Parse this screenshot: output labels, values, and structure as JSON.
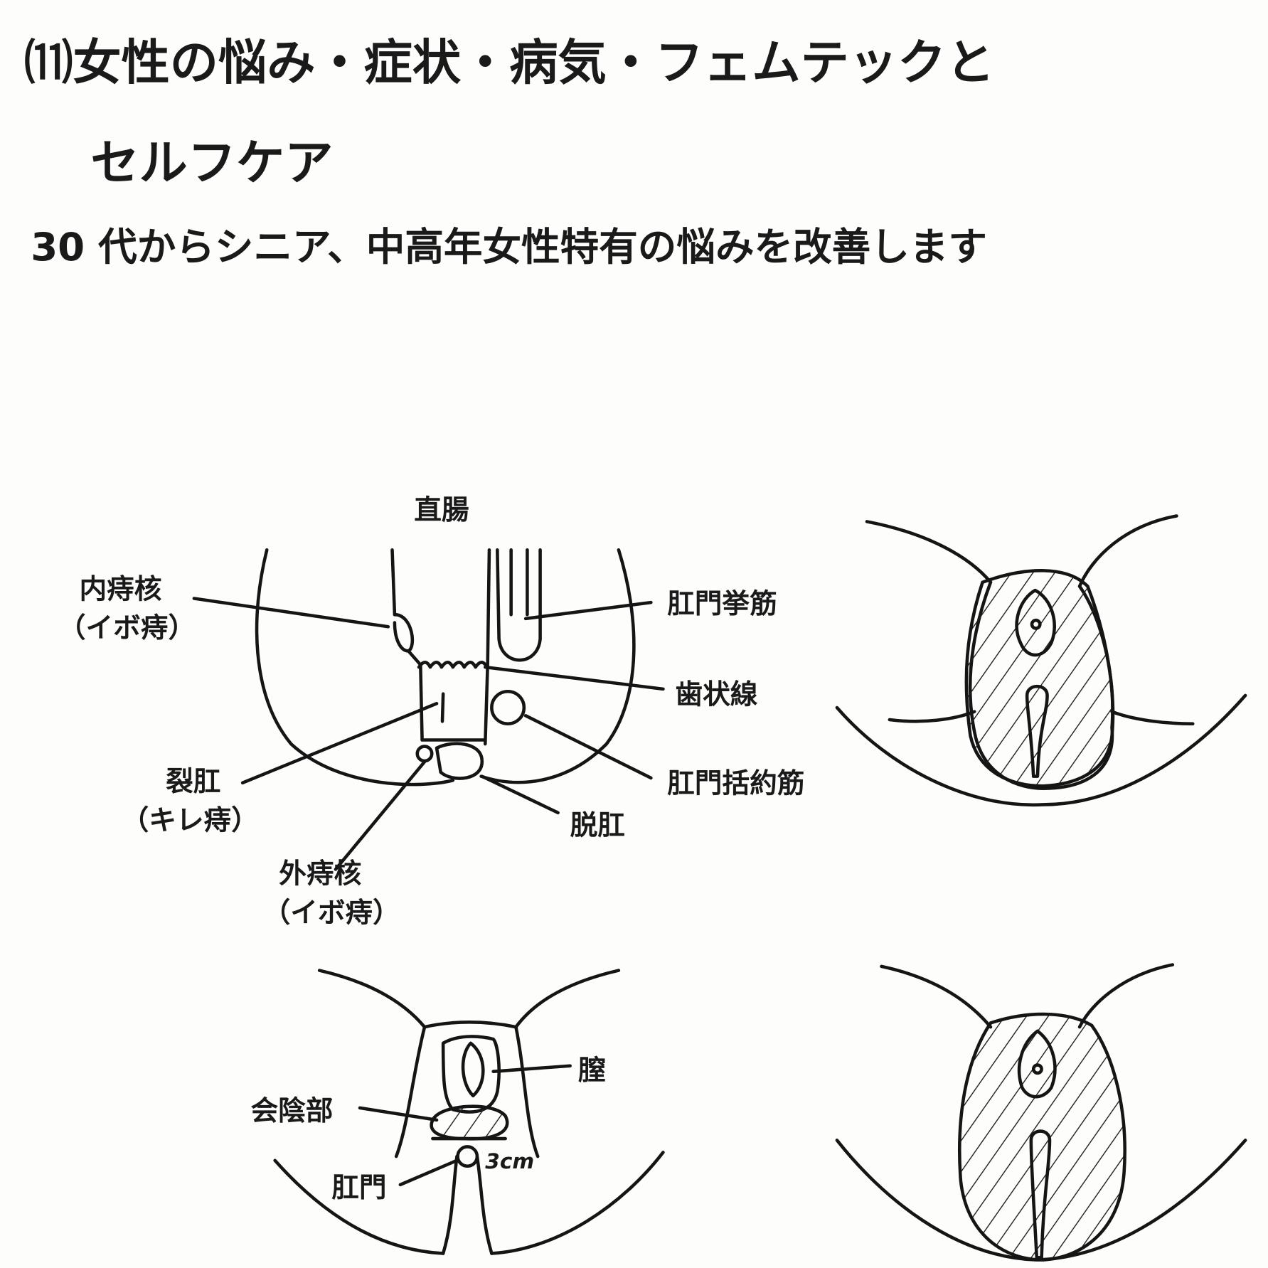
{
  "header": {
    "title_line1": "⑾女性の悩み・症状・病気・フェムテックと",
    "title_line2": "セルフケア",
    "subtitle": "30 代からシニア、中高年女性特有の悩みを改善します"
  },
  "anorectal_diagram": {
    "rectum": "直腸",
    "internal_hemorrhoid": "内痔核",
    "internal_hemorrhoid_note": "（イボ痔）",
    "levator_ani": "肛門挙筋",
    "dentate_line": "歯状線",
    "anal_fissure": "裂肛",
    "anal_fissure_note": "（キレ痔）",
    "anal_sphincter": "肛門括約筋",
    "prolapse": "脱肛",
    "external_hemorrhoid": "外痔核",
    "external_hemorrhoid_note": "（イボ痔）"
  },
  "perineum_diagram": {
    "vagina": "膣",
    "perineum": "会陰部",
    "anus": "肛門",
    "distance": "3cm"
  }
}
